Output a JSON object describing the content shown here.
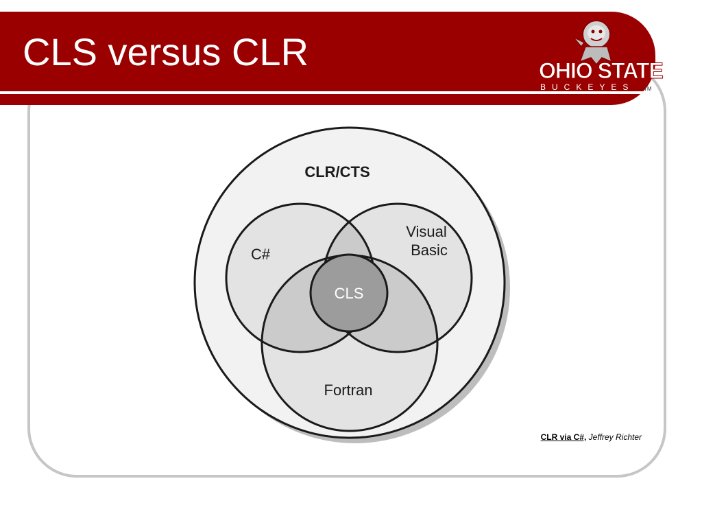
{
  "slide": {
    "title": "CLS versus CLR"
  },
  "logo": {
    "wordmark": "OHIO STATE",
    "subtext": "BUCKEYES",
    "trademark": "TM"
  },
  "diagram": {
    "outer_label": "CLR/CTS",
    "languages": [
      {
        "label": "C#"
      },
      {
        "label_line1": "Visual",
        "label_line2": "Basic"
      },
      {
        "label": "Fortran"
      }
    ],
    "core_label": "CLS"
  },
  "citation": {
    "book": "CLR via C#,",
    "author": "Jeffrey Richter"
  },
  "colors": {
    "banner": "#9b0000",
    "frame": "#c6c6c6",
    "outer_circle_fill": "#f2f2f2",
    "language_circle_fill": "#e3e3e3",
    "overlap_fill": "#cbcbcb",
    "core_fill": "#9c9c9c"
  }
}
